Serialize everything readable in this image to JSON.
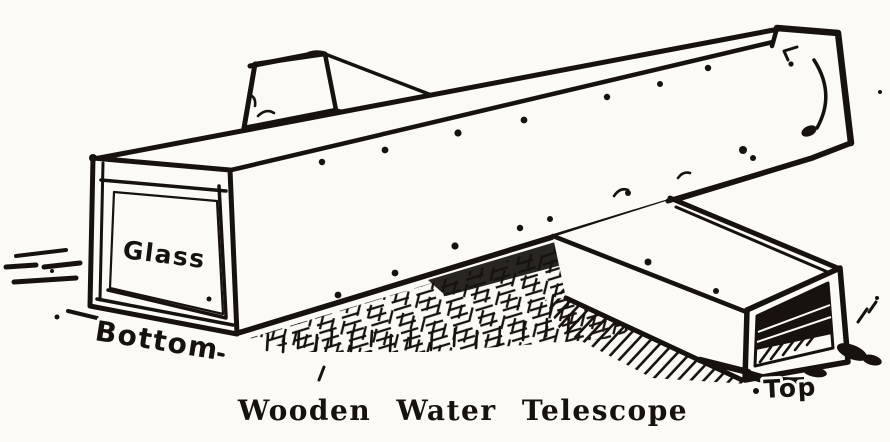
{
  "figure": {
    "caption": "Wooden Water Telescope",
    "labels": {
      "glass": "Glass",
      "bottom": "Bottom",
      "top": "Top"
    }
  },
  "palette": {
    "ink": "#17120e",
    "paper": "#fbfaf5"
  }
}
